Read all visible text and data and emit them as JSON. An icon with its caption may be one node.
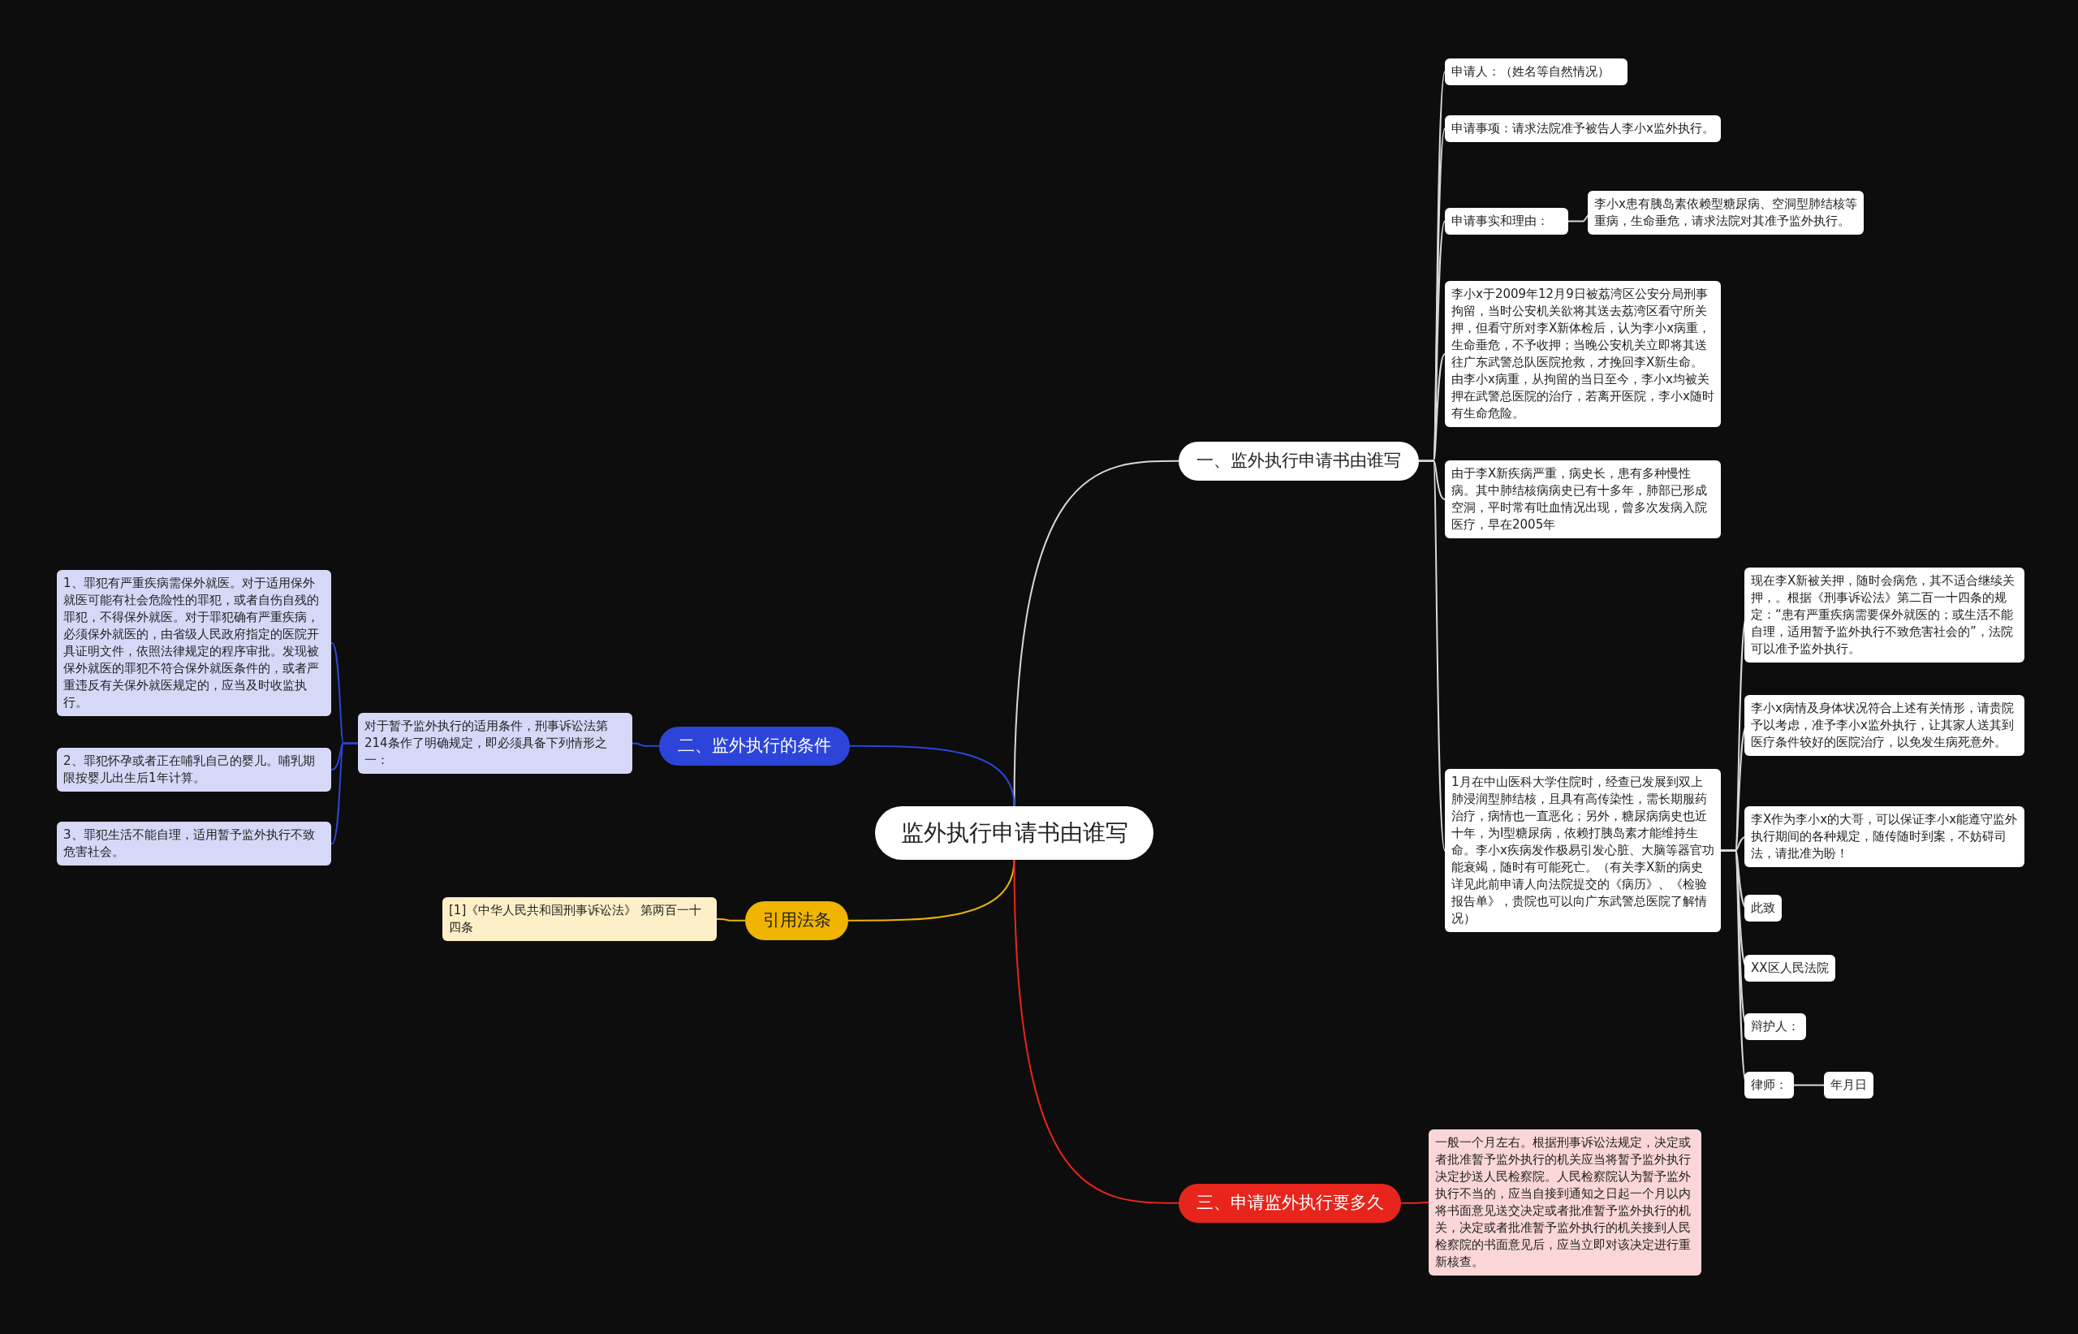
{
  "diagram": {
    "nodes": [
      {
        "text": [
          "监外执行申请书由谁写"
        ]
      },
      {
        "text": [
          "一、监外执行申请书由谁写"
        ]
      },
      {
        "text": [
          "申请人：（姓名等自然情况）"
        ]
      },
      {
        "text": [
          "申请事项：请求法院准予被告人李小x监外执行。"
        ]
      },
      {
        "text": [
          "申请事实和理由："
        ]
      },
      {
        "text": [
          "李小x患有胰岛素依赖型糖尿病、空洞型肺结核等重病，生命垂危，请求法院对其准予监外执行。"
        ]
      },
      {
        "text": [
          "李小x于2009年12月9日被荔湾区公安分局刑事拘留，当时公安机关欲将其送去荔湾区看守所关押，但看守所对李X新体检后，认为李小x病重，生命垂危，不予收押；当晚公安机关立即将其送往广东武警总队医院抢救，才挽回李X新生命。由李小x病重，从拘留的当日至今，李小x均被关押在武警总医院的治疗，若离开医院，李小x随时有生命危险。"
        ]
      },
      {
        "text": [
          "由于李X新疾病严重，病史长，患有多种慢性病。其中肺结核病病史已有十多年，肺部已形成空洞，平时常有吐血情况出现，曾多次发病入院医疗，早在2005年"
        ]
      },
      {
        "text": [
          "1月在中山医科大学住院时，经查已发展到双上肺浸润型肺结核，且具有高传染性，需长期服药治疗，病情也一直恶化；另外，糖尿病病史也近十年，为I型糖尿病，依赖打胰岛素才能维持生命。李小x疾病发作极易引发心脏、大脑等器官功能衰竭，随时有可能死亡。（有关李X新的病史详见此前申请人向法院提交的《病历》、《检验报告单》，贵院也可以向广东武警总医院了解情况）"
        ]
      },
      {
        "text": [
          "现在李X新被关押，随时会病危，其不适合继续关押，。根据《刑事诉讼法》第二百一十四条的规定：“患有严重疾病需要保外就医的；或生活不能自理，适用暂予监外执行不致危害社会的”，法院可以准予监外执行。"
        ]
      },
      {
        "text": [
          "李小x病情及身体状况符合上述有关情形，请贵院予以考虑，准予李小x监外执行，让其家人送其到医疗条件较好的医院治疗，以免发生病死意外。"
        ]
      },
      {
        "text": [
          "李X作为李小x的大哥，可以保证李小x能遵守监外执行期间的各种规定，随传随时到案，不妨碍司法，请批准为盼！"
        ]
      },
      {
        "text": [
          "此致"
        ]
      },
      {
        "text": [
          "XX区人民法院"
        ]
      },
      {
        "text": [
          "辩护人："
        ]
      },
      {
        "text": [
          "律师："
        ]
      },
      {
        "text": [
          "年月日"
        ]
      },
      {
        "text": [
          "二、监外执行的条件"
        ]
      },
      {
        "text": [
          "对于暂予监外执行的适用条件，刑事诉讼法第214条作了明确规定，即必须具备下列情形之一："
        ]
      },
      {
        "text": [
          "1、罪犯有严重疾病需保外就医。对于适用保外就医可能有社会危险性的罪犯，或者自伤自残的罪犯，不得保外就医。对于罪犯确有严重疾病，必须保外就医的，由省级人民政府指定的医院开具证明文件，依照法律规定的程序审批。发现被保外就医的罪犯不符合保外就医条件的，或者严重违反有关保外就医规定的，应当及时收监执行。"
        ]
      },
      {
        "text": [
          "2、罪犯怀孕或者正在哺乳自己的婴儿。哺乳期限按婴儿出生后1年计算。"
        ]
      },
      {
        "text": [
          "3、罪犯生活不能自理，适用暂予监外执行不致危害社会。"
        ]
      },
      {
        "text": [
          "引用法条"
        ]
      },
      {
        "text": [
          "[1]《中华人民共和国刑事诉讼法》 第两百一十四条"
        ]
      },
      {
        "text": [
          "三、申请监外执行要多久"
        ]
      },
      {
        "text": [
          "一般一个月左右。根据刑事诉讼法规定，决定或者批准暂予监外执行的机关应当将暂予监外执行决定抄送人民检察院。人民检察院认为暂予监外执行不当的，应当自接到通知之日起一个月以内将书面意见送交决定或者批准暂予监外执行的机关，决定或者批准暂予监外执行的机关接到人民检察院的书面意见后，应当立即对该决定进行重新核查。"
        ]
      }
    ],
    "edges": [
      {
        "from": 0,
        "to": 1,
        "arrow": "none"
      },
      {
        "from": 0,
        "to": 17,
        "arrow": "none",
        "color": "#2c45d8"
      },
      {
        "from": 0,
        "to": 22,
        "arrow": "none",
        "color": "#f0b400"
      },
      {
        "from": 0,
        "to": 24,
        "arrow": "none",
        "color": "#e8251c"
      },
      {
        "from": 1,
        "to": 2,
        "arrow": "none"
      },
      {
        "from": 1,
        "to": 3,
        "arrow": "none"
      },
      {
        "from": 1,
        "to": 4,
        "arrow": "none"
      },
      {
        "from": 4,
        "to": 5,
        "arrow": "none"
      },
      {
        "from": 1,
        "to": 6,
        "arrow": "none"
      },
      {
        "from": 1,
        "to": 7,
        "arrow": "none"
      },
      {
        "from": 1,
        "to": 8,
        "arrow": "none"
      },
      {
        "from": 8,
        "to": 9,
        "arrow": "none"
      },
      {
        "from": 8,
        "to": 10,
        "arrow": "none"
      },
      {
        "from": 8,
        "to": 11,
        "arrow": "none"
      },
      {
        "from": 8,
        "to": 12,
        "arrow": "none"
      },
      {
        "from": 8,
        "to": 13,
        "arrow": "none"
      },
      {
        "from": 8,
        "to": 14,
        "arrow": "none"
      },
      {
        "from": 8,
        "to": 15,
        "arrow": "none"
      },
      {
        "from": 15,
        "to": 16,
        "arrow": "none"
      },
      {
        "from": 17,
        "to": 18,
        "arrow": "none",
        "color": "#2c45d8"
      },
      {
        "from": 18,
        "to": 19,
        "arrow": "none",
        "color": "#2c45d8"
      },
      {
        "from": 18,
        "to": 20,
        "arrow": "none",
        "color": "#2c45d8"
      },
      {
        "from": 18,
        "to": 21,
        "arrow": "none",
        "color": "#2c45d8"
      },
      {
        "from": 22,
        "to": 23,
        "arrow": "none",
        "color": "#f0b400"
      },
      {
        "from": 24,
        "to": 25,
        "arrow": "none",
        "color": "#e8251c"
      }
    ]
  }
}
